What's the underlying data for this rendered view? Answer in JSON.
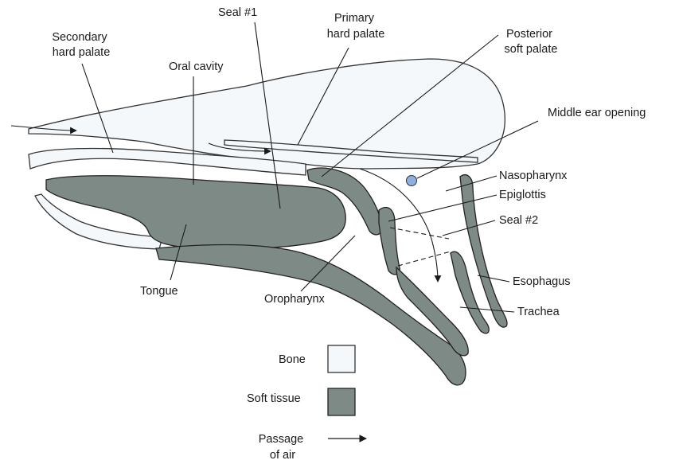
{
  "labels": {
    "secondary_hard_palate": [
      "Secondary",
      "hard palate"
    ],
    "seal_1": "Seal #1",
    "primary_hard_palate": [
      "Primary",
      "hard palate"
    ],
    "posterior_soft_palate": [
      "Posterior",
      "soft palate"
    ],
    "oral_cavity": "Oral cavity",
    "middle_ear_opening": "Middle ear opening",
    "nasopharynx": "Nasopharynx",
    "epiglottis": "Epiglottis",
    "seal_2": "Seal #2",
    "esophagus": "Esophagus",
    "trachea": "Trachea",
    "tongue": "Tongue",
    "oropharynx": "Oropharynx"
  },
  "legend": {
    "bone": "Bone",
    "soft_tissue": "Soft tissue",
    "air": [
      "Passage",
      "of air"
    ]
  },
  "colors": {
    "bone_fill": "#f4f8fb",
    "soft_tissue_fill": "#7e8a86",
    "middle_ear_dot": "#8fb0df",
    "line": "#1a1a1a"
  }
}
